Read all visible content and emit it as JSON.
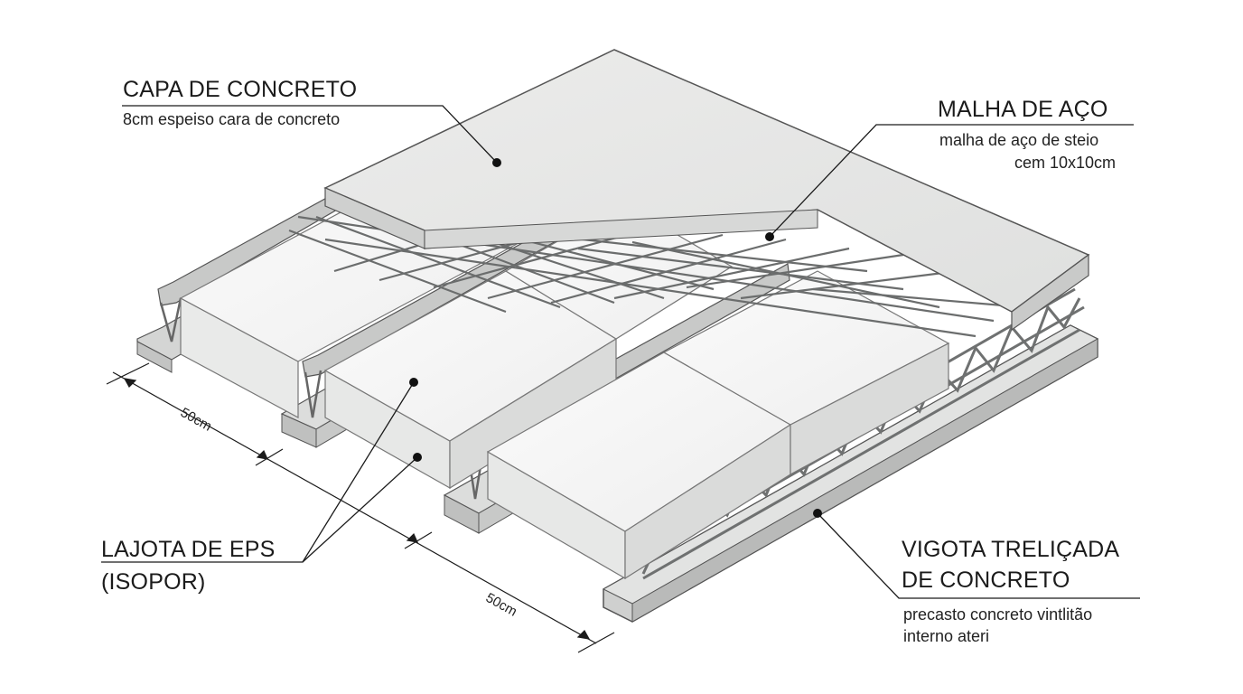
{
  "labels": {
    "capa": {
      "title": "CAPA DE CONCRETO",
      "desc": "8cm espeiso cara de concreto"
    },
    "malha": {
      "title": "MALHA DE AÇO",
      "desc_line1": "malha de aço de steio",
      "desc_line2": "cem 10x10cm"
    },
    "lajota": {
      "title": "LAJOTA DE EPS",
      "subtitle": "(ISOPOR)"
    },
    "vigota": {
      "title_line1": "VIGOTA TRELIÇADA",
      "title_line2": "DE CONCRETO",
      "desc_line1": "precasto concreto vintlitão",
      "desc_line2": "interno ateri"
    }
  },
  "dimensions": {
    "top": "50cm",
    "bottom": "50cm"
  },
  "colors": {
    "ink": "#1b1b1b",
    "concrete": "#e6e7e6",
    "eps": "#f4f5f4",
    "steel": "#8a8c8c"
  }
}
